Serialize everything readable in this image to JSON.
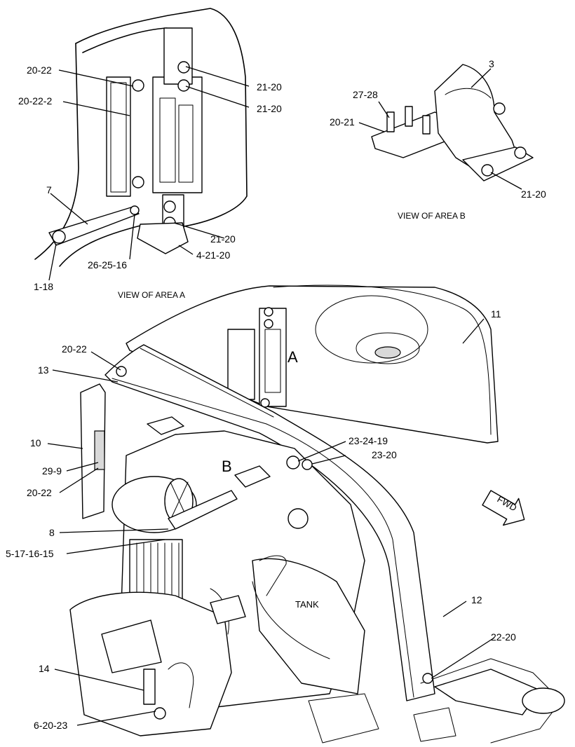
{
  "views": {
    "area_a_caption": "VIEW OF AREA A",
    "area_b_caption": "VIEW OF AREA B",
    "area_a_marker": "A",
    "area_b_marker": "B"
  },
  "callouts_area_a": {
    "c20_22": "20-22",
    "c20_22_2": "20-22-2",
    "c21_20_a": "21-20",
    "c21_20_b": "21-20",
    "c7": "7",
    "c21_20_c": "21-20",
    "c4_21_20": "4-21-20",
    "c26_25_16": "26-25-16",
    "c1_18": "1-18"
  },
  "callouts_area_b": {
    "c3": "3",
    "c27_28": "27-28",
    "c20_21": "20-21",
    "c21_20": "21-20"
  },
  "callouts_main": {
    "c11": "11",
    "c20_22": "20-22",
    "c13": "13",
    "c10": "10",
    "c29_9": "29-9",
    "c20_22_b": "20-22",
    "c23_24_19": "23-24-19",
    "c23_20": "23-20",
    "c8": "8",
    "c5_17_16_15": "5-17-16-15",
    "c12": "12",
    "c22_20": "22-20",
    "c14": "14",
    "c6_20_23": "6-20-23"
  },
  "labels": {
    "tank": "TANK",
    "fwd": "FWD"
  },
  "icons": {
    "fwd_arrow": "forward-direction-arrow-icon"
  }
}
